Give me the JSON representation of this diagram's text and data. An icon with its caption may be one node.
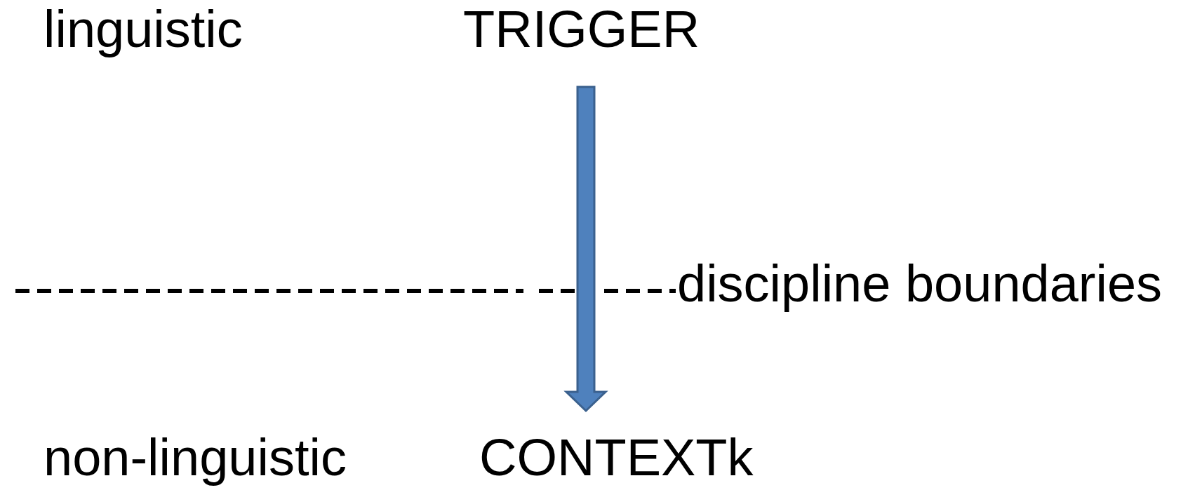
{
  "diagram": {
    "nodes": [
      {
        "text": [
          "TRIGGER"
        ]
      },
      {
        "text": [
          "CONTEXTk"
        ]
      }
    ],
    "edges": [
      {
        "from": 0,
        "to": 1,
        "arrow": "to",
        "style": "thick",
        "color": "#4f81bd"
      }
    ],
    "labels": [
      "linguistic",
      "discipline boundaries",
      "non-linguistic"
    ]
  }
}
